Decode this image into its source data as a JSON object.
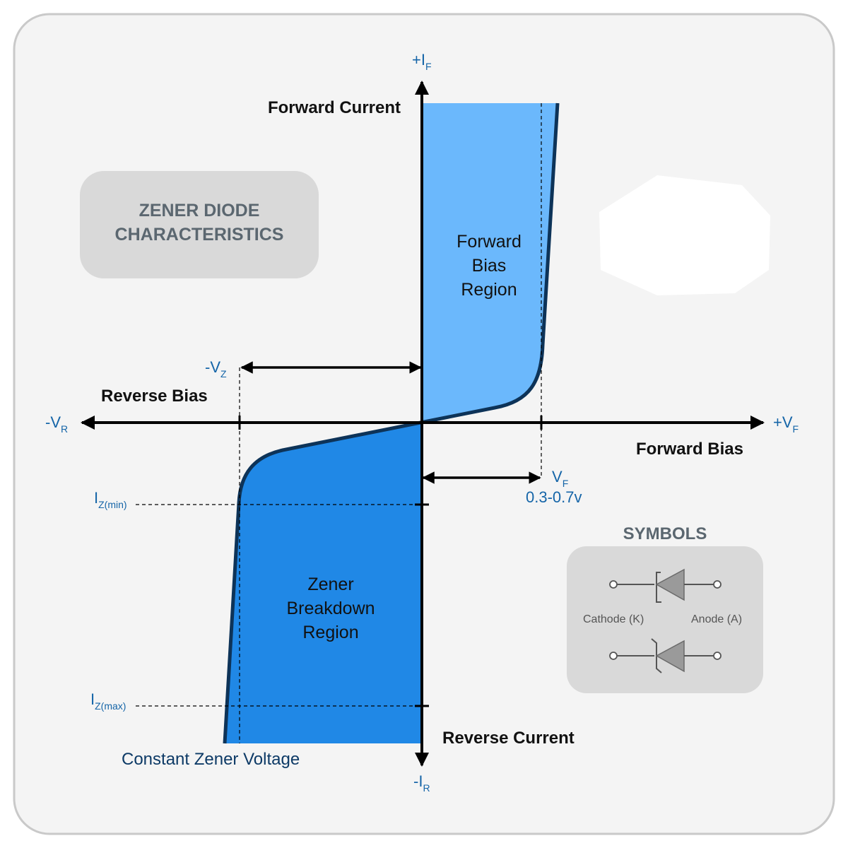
{
  "title": {
    "line1": "ZENER DIODE",
    "line2": "CHARACTERISTICS"
  },
  "axes": {
    "pos_current": {
      "main": "+I",
      "sub": "F"
    },
    "neg_current": {
      "main": "-I",
      "sub": "R"
    },
    "pos_voltage": {
      "main": "+V",
      "sub": "F"
    },
    "neg_voltage": {
      "main": "-V",
      "sub": "R"
    }
  },
  "labels": {
    "forward_current": "Forward Current",
    "reverse_current": "Reverse Current",
    "forward_bias": "Forward Bias",
    "reverse_bias": "Reverse Bias",
    "constant_zener_voltage": "Constant Zener Voltage"
  },
  "regions": {
    "forward": {
      "line1": "Forward",
      "line2": "Bias",
      "line3": "Region"
    },
    "zener": {
      "line1": "Zener",
      "line2": "Breakdown",
      "line3": "Region"
    }
  },
  "markers": {
    "vz": {
      "main": "-V",
      "sub": "Z"
    },
    "vf": {
      "main": "V",
      "sub": "F",
      "range": "0.3-0.7v"
    },
    "iz_min": {
      "main": "I",
      "sub": "Z(min)"
    },
    "iz_max": {
      "main": "I",
      "sub": "Z(max)"
    }
  },
  "symbols": {
    "heading": "SYMBOLS",
    "cathode": "Cathode (K)",
    "anode": "Anode (A)"
  },
  "colors": {
    "forward_fill": "#6bb8fc",
    "zener_fill": "#2088e6",
    "curve": "#0d3358",
    "label_blue": "#1565a8",
    "panel_bg": "#f4f4f4",
    "card_gray": "#d9d9d9"
  }
}
